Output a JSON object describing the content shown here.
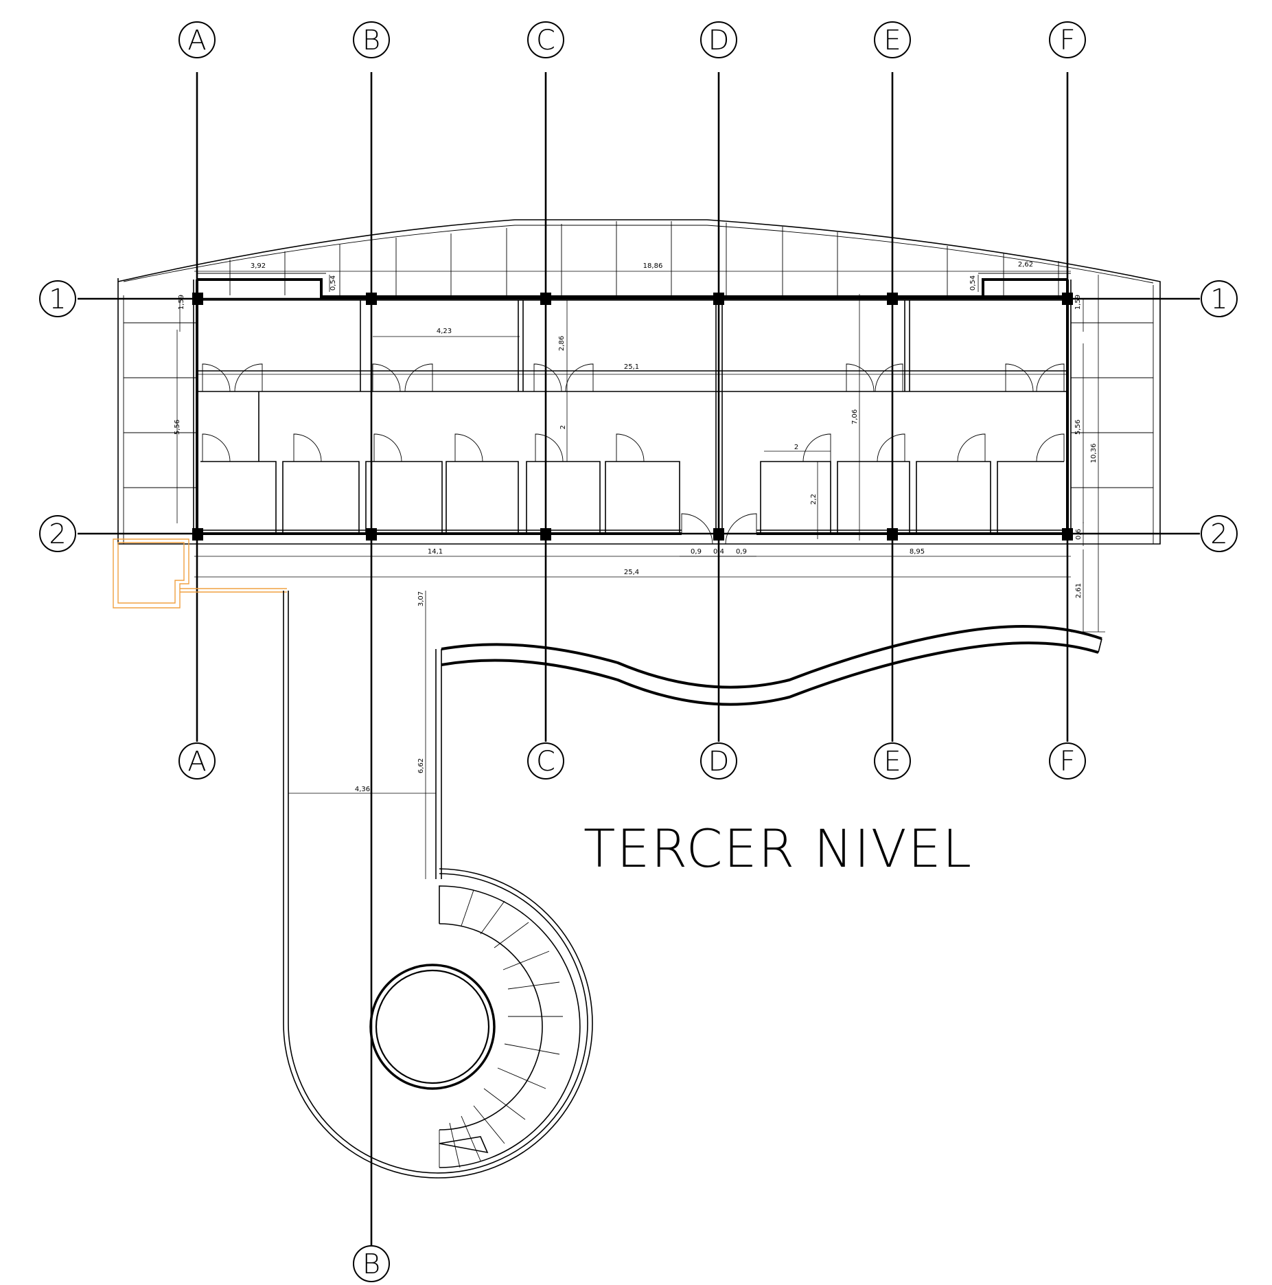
{
  "drawing": {
    "title": "TERCER NIVEL",
    "grid_axes": {
      "columns": [
        "A",
        "B",
        "C",
        "D",
        "E",
        "F"
      ],
      "rows": [
        "1",
        "2"
      ]
    },
    "dimensions": {
      "d_3_92": "3,92",
      "d_18_86": "18,86",
      "d_2_62": "2,62",
      "d_0_54_left": "0,54",
      "d_0_54_right": "0,54",
      "d_1_59_left": "1,59",
      "d_1_59_right": "1,59",
      "d_4_23": "4,23",
      "d_2_86": "2,86",
      "d_25_1": "25,1",
      "d_5_56_left": "5,56",
      "d_5_56_right": "5,56",
      "d_2_mid": "2",
      "d_7_06": "7,06",
      "d_2_top": "2",
      "d_2_2": "2,2",
      "d_10_36": "10,36",
      "d_0_6": "0,6",
      "d_14_1": "14,1",
      "d_0_9_left": "0,9",
      "d_0_4": "0,4",
      "d_0_9_right": "0,9",
      "d_8_95": "8,95",
      "d_25_4": "25,4",
      "d_2_61": "2,61",
      "d_3_07": "3,07",
      "d_6_62": "6,62",
      "d_4_36": "4,36"
    }
  }
}
